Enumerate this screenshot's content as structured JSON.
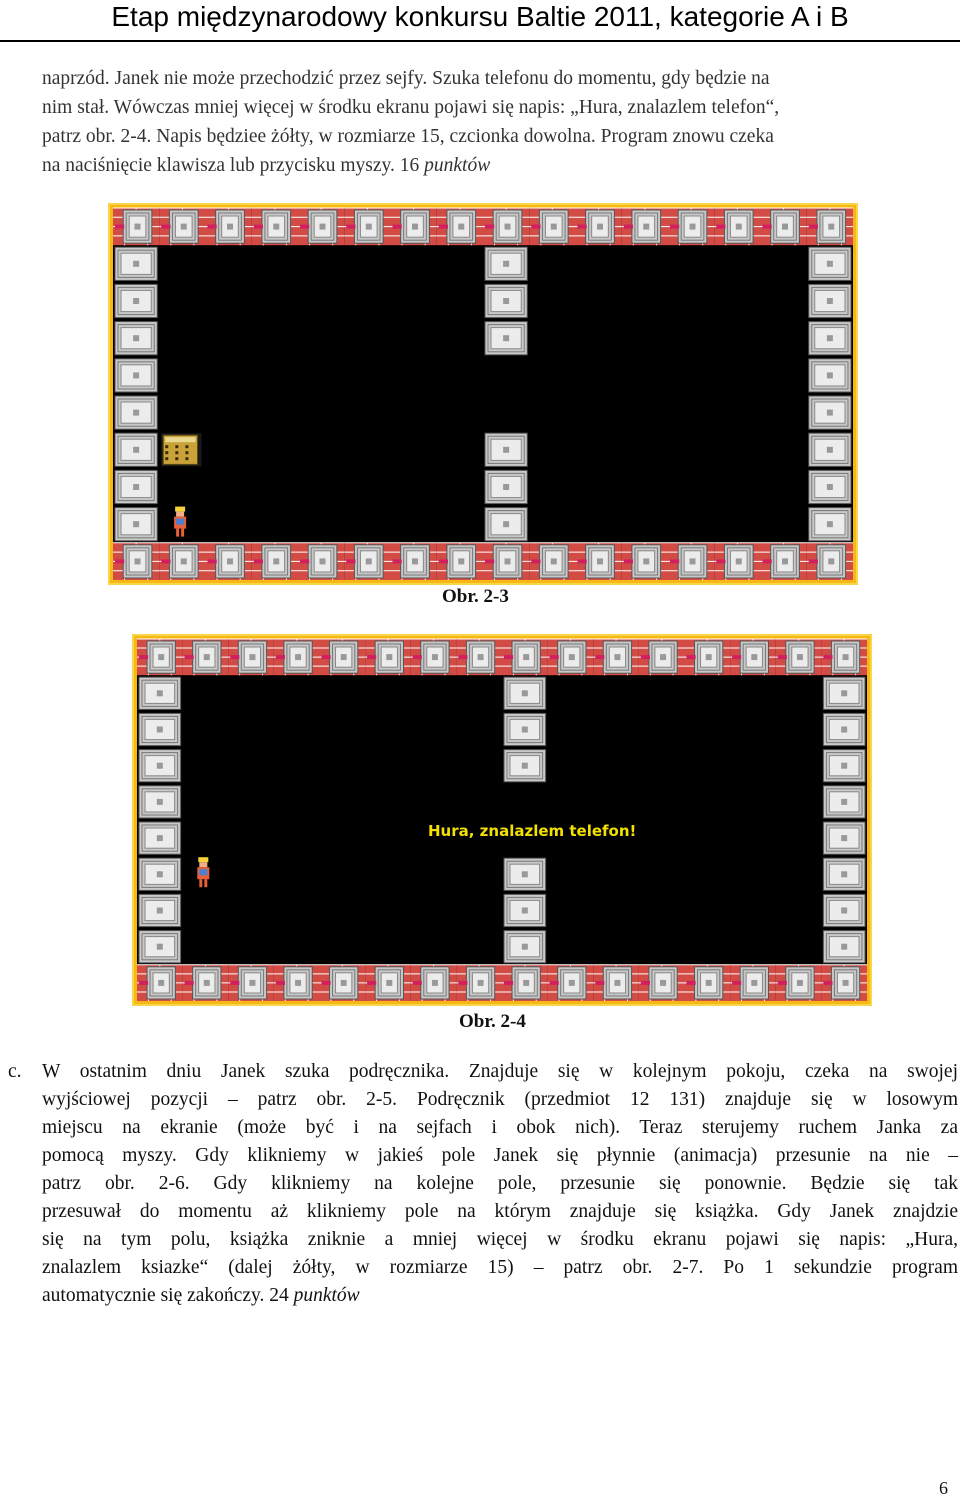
{
  "header": {
    "title": "Etap międzynarodowy konkursu Baltie 2011, kategorie A i B"
  },
  "intro": {
    "line1": "naprzód. Janek nie może przechodzić przez sejfy. Szuka telefonu do momentu, gdy będzie na",
    "line2": "nim stał. Wówczas mniej więcej w środku ekranu pojawi się napis: „Hura, znalazlem telefon“,",
    "line3": "patrz obr. 2-4.  Napis będziee żółty, w rozmiarze 15, czcionka dowolna. Program znowu czeka",
    "line4": "na naciśnięcie klawisza lub przycisku myszy.",
    "points_num": "16",
    "points_word": "punktów"
  },
  "figures": [
    {
      "caption": "Obr.  2-3"
    },
    {
      "caption": "Obr.  2-4",
      "message": "Hura, znalazlem telefon!"
    }
  ],
  "section_c": {
    "marker": "c.",
    "lines": [
      "W ostatnim dniu Janek szuka podręcznika. Znajduje się w kolejnym pokoju, czeka na swojej",
      "wyjściowej pozycji  –  patrz obr. 2-5. Podręcznik (przedmiot 12 131) znajduje się w losowym",
      "miejscu na ekranie (może być i na sejfach i obok nich). Teraz sterujemy ruchem Janka za",
      "pomocą myszy. Gdy klikniemy w jakieś pole Janek się płynnie (animacja) przesunie na nie  –",
      "patrz obr. 2-6. Gdy klikniemy na kolejne pole, przesunie się ponownie. Będzie się tak",
      "przesuwał do momentu aż klikniemy pole na którym znajduje się książka. Gdy Janek znajdzie",
      "się na tym polu, książka zniknie a mniej więcej w środku ekranu pojawi się napis: „Hura,",
      "znalazlem ksiazke“ (dalej żółty, w rozmiarze 15)  –  patrz obr. 2-7.  Po 1 sekundzie program"
    ],
    "last_line": "automatycznie się zakończy.",
    "points_num": "24",
    "points_word": "punktów"
  },
  "page_number": "6",
  "colors": {
    "frame": "#f7b814",
    "wall": "#d24b45",
    "safe": "#c8c8c8",
    "floor": "#000000",
    "message": "#f2e000"
  },
  "icons": [
    "safe-icon",
    "phone-icon",
    "janek-figure"
  ]
}
